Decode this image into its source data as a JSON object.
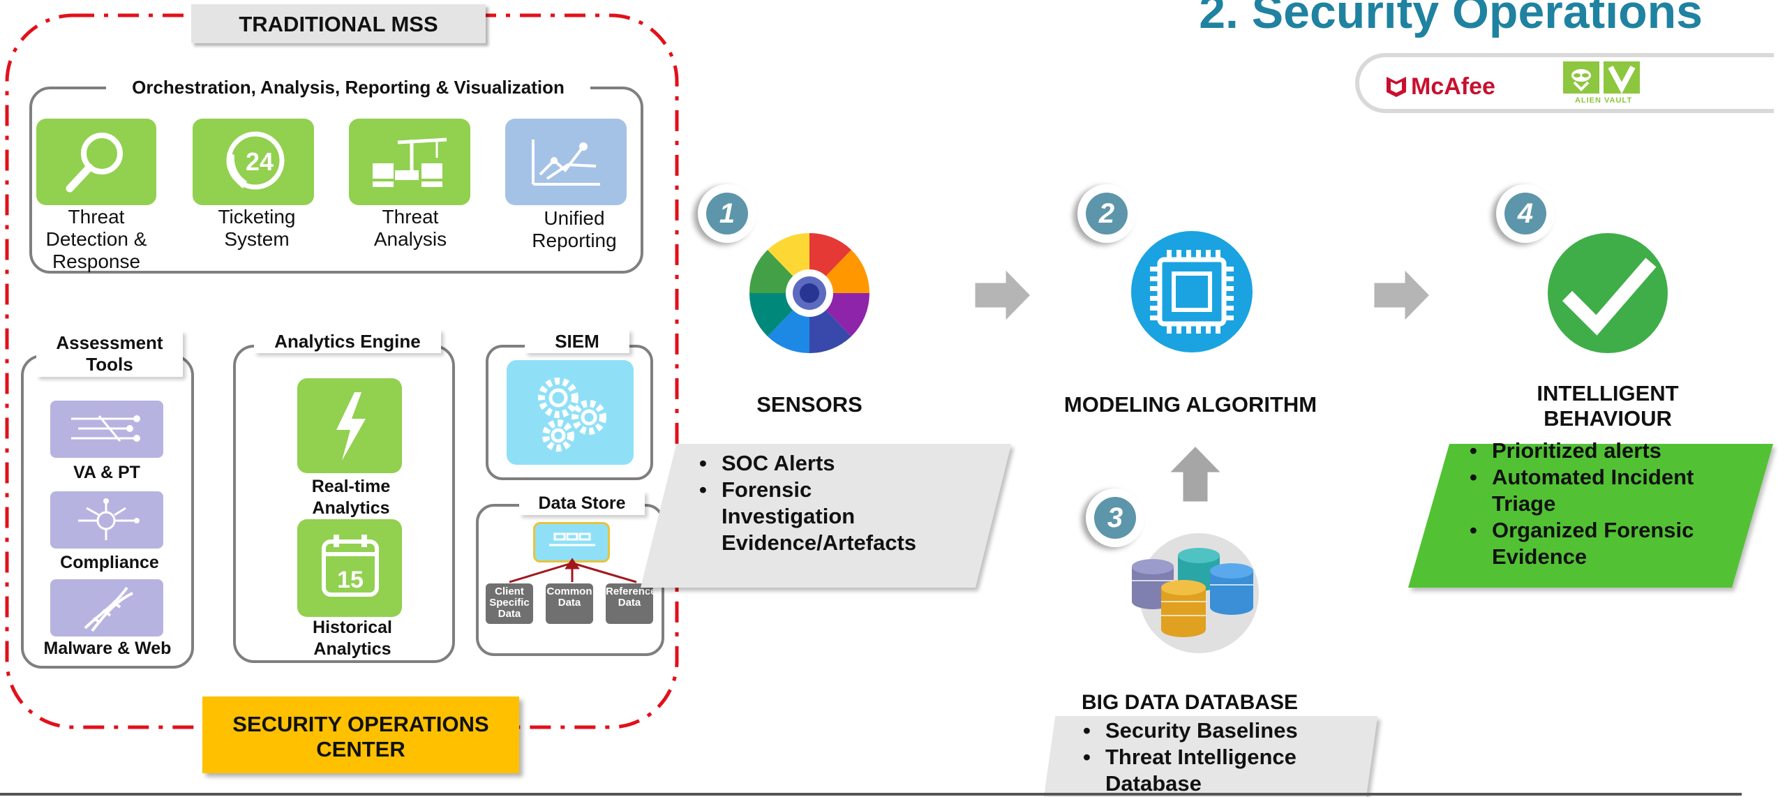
{
  "page_title": "2. Security Operations",
  "vendors": {
    "mcafee": "McAfee",
    "alienvault": "ALIEN VAULT"
  },
  "mss": {
    "title": "TRADITIONAL MSS",
    "orchestration": {
      "title": "Orchestration, Analysis,  Reporting & Visualization",
      "items": [
        {
          "label": "Threat Detection & Response",
          "icon": "magnifier-icon"
        },
        {
          "label": "Ticketing System",
          "icon": "phone-24-icon",
          "icon_text": "24"
        },
        {
          "label": "Threat Analysis",
          "icon": "crane-icon"
        },
        {
          "label": "Unified Reporting",
          "icon": "chart-icon"
        }
      ]
    },
    "assessment": {
      "title": "Assessment Tools",
      "items": [
        {
          "label": "VA & PT"
        },
        {
          "label": "Compliance"
        },
        {
          "label": "Malware & Web"
        }
      ]
    },
    "analytics": {
      "title": "Analytics Engine",
      "items": [
        {
          "label": "Real-time Analytics"
        },
        {
          "label": "Historical Analytics",
          "icon_text": "15"
        }
      ]
    },
    "siem": {
      "title": "SIEM"
    },
    "data_store": {
      "title": "Data Store",
      "chips": [
        "Client Specific Data",
        "Common Data",
        "Reference Data"
      ]
    },
    "soc": "SECURITY OPERATIONS CENTER"
  },
  "steps": [
    {
      "num": "1",
      "title": "SENSORS",
      "bullets": [
        "SOC Alerts",
        "Forensic Investigation Evidence/Artefacts"
      ]
    },
    {
      "num": "2",
      "title": "MODELING ALGORITHM"
    },
    {
      "num": "3",
      "title": "BIG DATA DATABASE",
      "bullets": [
        "Security Baselines",
        "Threat Intelligence Database"
      ]
    },
    {
      "num": "4",
      "title": "INTELLIGENT BEHAVIOUR",
      "bullets": [
        "Prioritized alerts",
        "Automated Incident Triage",
        "Organized Forensic Evidence"
      ]
    }
  ],
  "colors": {
    "title": "#1f82a1",
    "green": "#92d050",
    "soc": "#ffc000",
    "dash": "#e2101a",
    "number": "#5d96aa",
    "blue_tile": "#9dc3e6"
  }
}
